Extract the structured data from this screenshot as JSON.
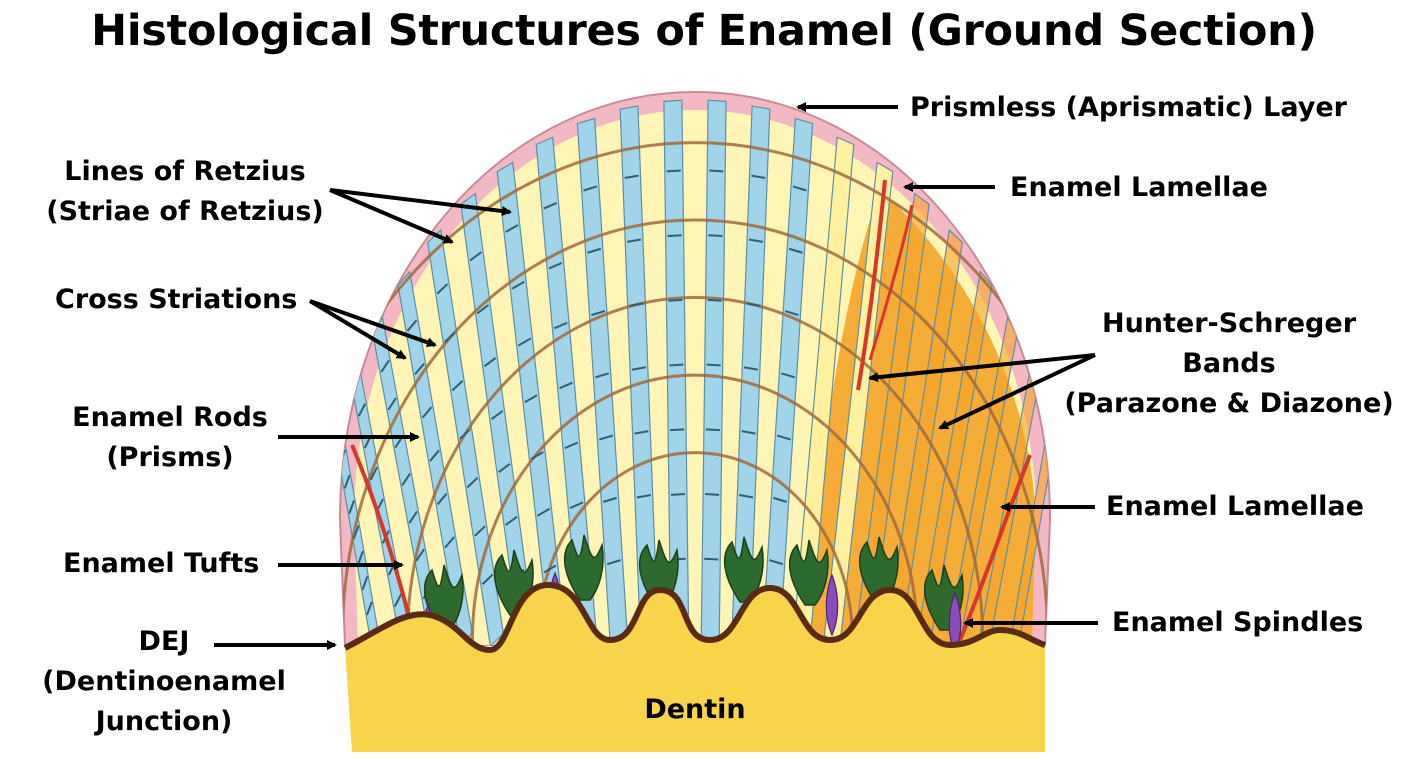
{
  "title": "Histological Structures of Enamel (Ground Section)",
  "labels": {
    "prismless": [
      "Prismless (Aprismatic) Layer"
    ],
    "retzius": [
      "Lines of Retzius",
      "(Striae of Retzius)"
    ],
    "lamellae_top": [
      "Enamel Lamellae"
    ],
    "cross": [
      "Cross Striations"
    ],
    "hunter": [
      "Hunter-Schreger",
      "Bands",
      "(Parazone & Diazone)"
    ],
    "rods": [
      "Enamel Rods",
      "(Prisms)"
    ],
    "lamellae_bottom": [
      "Enamel Lamellae"
    ],
    "tufts": [
      "Enamel Tufts"
    ],
    "spindles": [
      "Enamel Spindles"
    ],
    "dej": [
      "DEJ",
      "(Dentinoenamel",
      "Junction)"
    ],
    "dentin": [
      "Dentin"
    ]
  },
  "colors": {
    "prismless": "#f4b8c4",
    "enamel_bg": "#fff6b5",
    "rod_blue": "#9fd4ea",
    "hunter_orange": "#f5a52a",
    "dentin": "#f7d44a",
    "dej_line": "#5a2a12",
    "retzius_line": "#a06a3c",
    "lamella": "#d8362a",
    "tuft": "#2d6a2d",
    "spindle": "#8a4cb8"
  }
}
